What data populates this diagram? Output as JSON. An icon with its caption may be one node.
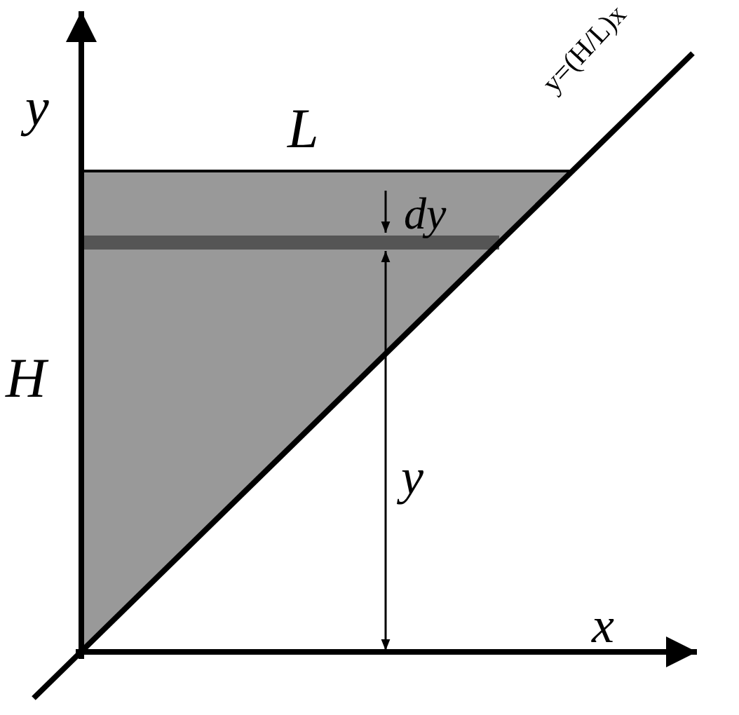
{
  "diagram": {
    "labels": [
      "y",
      "L",
      "y=(H/L)x",
      "dy",
      "H",
      "y",
      "x"
    ]
  }
}
